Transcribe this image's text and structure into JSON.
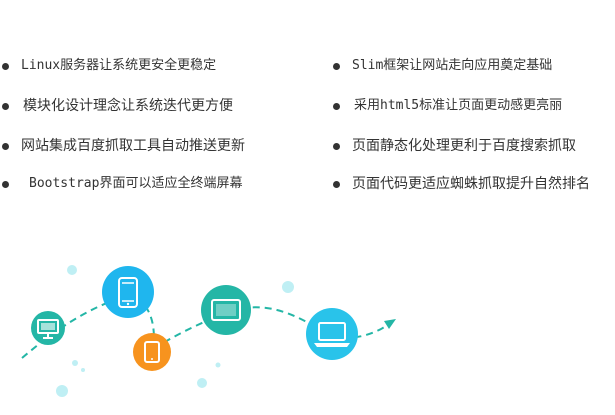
{
  "features": {
    "left": [
      "Linux服务器让系统更安全更稳定",
      "模块化设计理念让系统迭代更方便",
      "网站集成百度抓取工具自动推送更新",
      "Bootstrap界面可以适应全终端屏幕"
    ],
    "right": [
      "Slim框架让网站走向应用奠定基础",
      "采用html5标准让页面更动感更亮丽",
      "页面静态化处理更利于百度搜索抓取",
      "页面代码更适应蜘蛛抓取提升自然排名"
    ]
  },
  "illustration": {
    "icons": [
      "desktop-monitor-icon",
      "smartphone-icon",
      "tablet-icon",
      "tablet-landscape-icon",
      "laptop-icon"
    ],
    "colors": {
      "desktop": "#24b6a6",
      "phone": "#1fb6ee",
      "tablet_small": "#f7931e",
      "tablet_landscape": "#24b6a6",
      "laptop": "#29c3ea",
      "path": "#24b6a6",
      "bubbles": "#bfeff4"
    }
  }
}
